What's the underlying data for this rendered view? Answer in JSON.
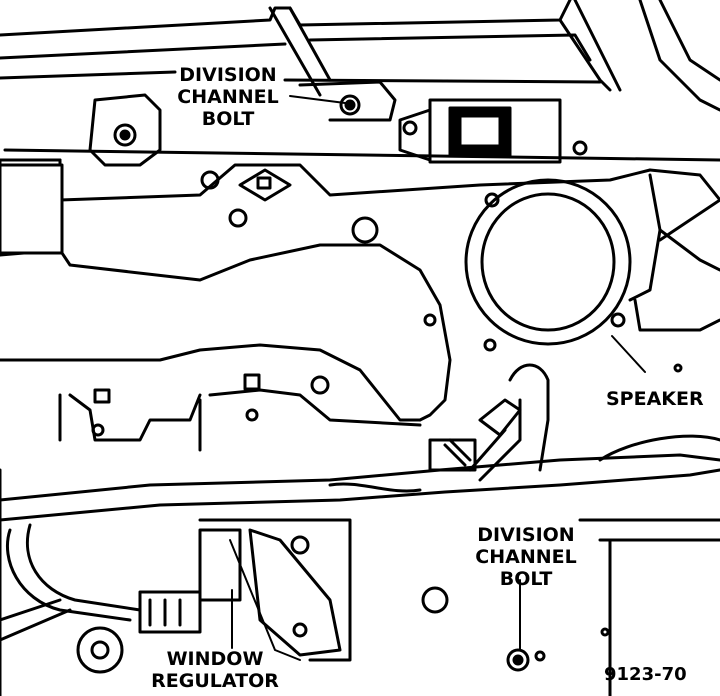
{
  "labels": {
    "division_channel_bolt_top": [
      "DIVISION",
      "CHANNEL",
      "BOLT"
    ],
    "division_channel_bolt_bottom": [
      "DIVISION",
      "CHANNEL",
      "BOLT"
    ],
    "speaker": "SPEAKER",
    "window_regulator": [
      "WINDOW",
      "REGULATOR"
    ],
    "figure_number": "9123-70"
  },
  "colors": {
    "ink": "#000000",
    "paper": "#ffffff"
  }
}
